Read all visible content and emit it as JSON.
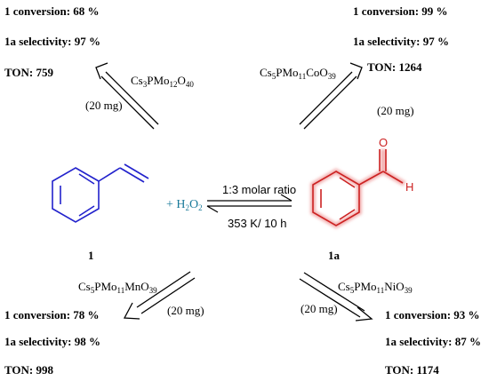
{
  "colors": {
    "reactant": "#2222cc",
    "product": "#cc2222",
    "reagent": "#1a7a9a",
    "ink": "#000000"
  },
  "top_left": {
    "conversion": "1 conversion: 68 %",
    "selectivity": "1a selectivity: 97 %",
    "ton": "TON: 759",
    "catalyst": {
      "a": "Cs",
      "a_sub": "3",
      "b": "PMo",
      "b_sub": "12",
      "c": "O",
      "c_sub": "40"
    },
    "amount": "(20 mg)"
  },
  "top_right": {
    "conversion": "1 conversion: 99 %",
    "selectivity": "1a selectivity: 97 %",
    "ton": "TON: 1264",
    "catalyst": {
      "a": "Cs",
      "a_sub": "5",
      "b": "PMo",
      "b_sub": "11",
      "c": "CoO",
      "c_sub": "39"
    },
    "amount": "(20 mg)"
  },
  "bottom_left": {
    "conversion": "1 conversion: 78 %",
    "selectivity": "1a selectivity: 98 %",
    "ton": "TON: 998",
    "catalyst": {
      "a": "Cs",
      "a_sub": "5",
      "b": "PMo",
      "b_sub": "11",
      "c": "MnO",
      "c_sub": "39"
    },
    "amount": "(20 mg)"
  },
  "bottom_right": {
    "conversion": "1 conversion: 93 %",
    "selectivity": "1a selectivity: 87 %",
    "ton": "TON: 1174",
    "catalyst": {
      "a": "Cs",
      "a_sub": "5",
      "b": "PMo",
      "b_sub": "11",
      "c": "NiO",
      "c_sub": "39"
    },
    "amount": "(20 mg)"
  },
  "center": {
    "h2o2": {
      "plus": "+ H",
      "sub": "2",
      "o": "O",
      "o_sub": "2"
    },
    "ratio": "1:3 molar ratio",
    "conditions": "353 K/ 10 h",
    "reactant_label": "1",
    "product_label": "1a",
    "aldehyde_o": "O",
    "aldehyde_h": "H"
  }
}
